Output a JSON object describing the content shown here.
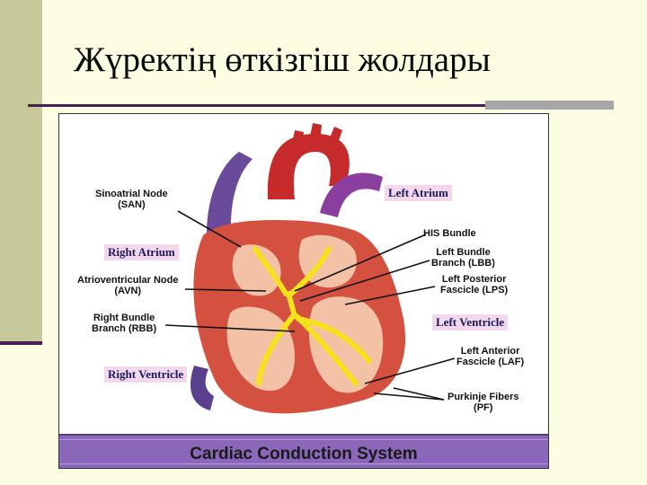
{
  "slide": {
    "title": "Жүректің өткізгіш жолдары"
  },
  "figure": {
    "caption": "Cardiac Conduction System",
    "regions": {
      "left_atrium": "Left Atrium",
      "right_atrium": "Right Atrium",
      "left_ventricle": "Left Ventricle",
      "right_ventricle": "Right Ventricle"
    },
    "labels": {
      "san_1": "Sinoatrial Node",
      "san_2": "(SAN)",
      "avn_1": "Atrioventricular Node",
      "avn_2": "(AVN)",
      "rbb_1": "Right Bundle",
      "rbb_2": "Branch (RBB)",
      "his": "HIS Bundle",
      "lbb_1": "Left Bundle",
      "lbb_2": "Branch (LBB)",
      "lps_1": "Left Posterior",
      "lps_2": "Fascicle (LPS)",
      "laf_1": "Left Anterior",
      "laf_2": "Fascicle (LAF)",
      "pf_1": "Purkinje Fibers",
      "pf_2": "(PF)"
    },
    "colors": {
      "region_bg": "#f3d7ea",
      "caption_band": "#8a67b8"
    }
  }
}
